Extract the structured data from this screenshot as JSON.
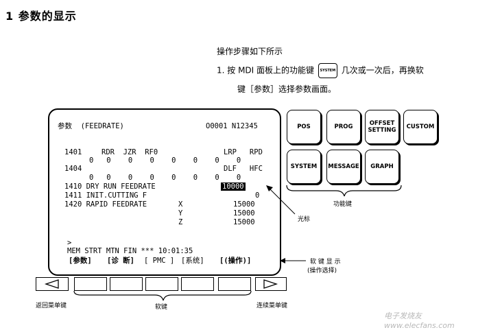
{
  "heading": "1  参数的显示",
  "intro": "操作步骤如下所示",
  "step1_a": "1.  按 MDI 面板上的功能键",
  "step1_key": "SYSTEM",
  "step1_b": "几次或一次后，再换软",
  "step1_c": "键［参数］选择参数画面。",
  "screen": {
    "title": "参数  (FEEDRATE)",
    "program": "O0001 N12345",
    "lines": [
      {
        "no": "1401",
        "text": "RDR  JZR  RF0",
        "right": "LRP   RPD"
      },
      {
        "no": "",
        "text": "0   0    0    0    0    0    0    0",
        "right": ""
      },
      {
        "no": "1404",
        "text": "",
        "right": "DLF   HFC"
      },
      {
        "no": "",
        "text": "0   0    0    0    0    0    0    0",
        "right": ""
      }
    ],
    "p1410": "1410 DRY RUN FEEDRATE",
    "p1410_val": "10000",
    "p1411": "1411 INIT.CUTTING F",
    "p1411_val": "0",
    "p1420": "1420 RAPID FEEDRATE",
    "axes": [
      {
        "axis": "X",
        "val": "15000"
      },
      {
        "axis": "Y",
        "val": "15000"
      },
      {
        "axis": "Z",
        "val": "15000"
      }
    ],
    "prompt": ">",
    "status": "MEM STRT MTN FIN *** 10:01:35",
    "softkeys": [
      "[参数]",
      "[诊 断]",
      "[ PMC ]",
      "[系统]",
      "[(操作)]"
    ]
  },
  "function_keys": [
    "POS",
    "PROG",
    "OFFSET SETTING",
    "CUSTOM",
    "SYSTEM",
    "MESSAGE",
    "GRAPH"
  ],
  "labels": {
    "function_keys": "功能键",
    "cursor": "光标",
    "soft_display": "软 键 显 示",
    "soft_display_sub": "(操作选择)",
    "return_key": "返回菜单键",
    "soft_key": "软键",
    "continue_key": "连续菜单键"
  },
  "watermark": "电子发烧友 www.elecfans.com"
}
